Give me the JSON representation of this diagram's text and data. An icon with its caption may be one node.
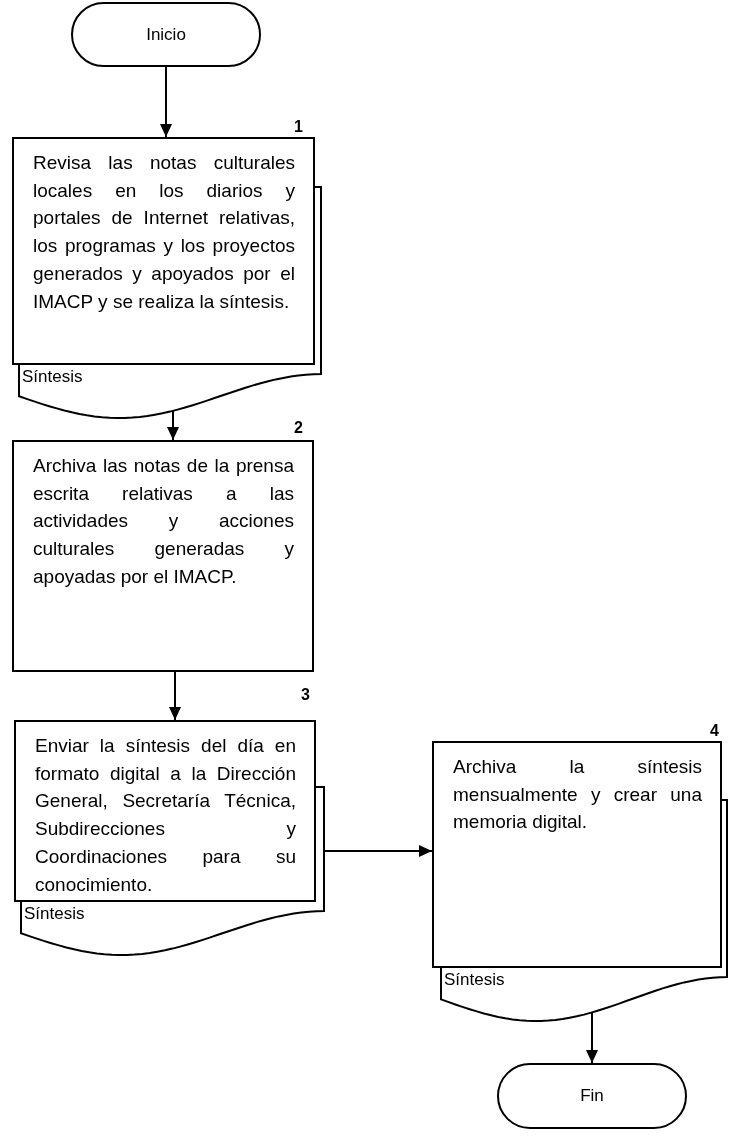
{
  "diagram": {
    "nodes": [
      {
        "text": [
          "Inicio"
        ]
      },
      {
        "text": [
          "Revisa las notas culturales locales en los diarios y portales de Internet relativas, los programas y los proyectos generados y apoyados por el IMACP y se realiza la síntesis."
        ],
        "beside": [
          "1"
        ]
      },
      {
        "text": [
          "Síntesis"
        ]
      },
      {
        "text": [
          "Archiva las notas de la prensa escrita relativas a las actividades y acciones culturales generadas y apoyadas por el IMACP."
        ],
        "beside": [
          "2"
        ]
      },
      {
        "text": [
          "Enviar la síntesis del día en formato digital a la Dirección General, Secretaría Técnica, Subdirecciones y Coordinaciones para su conocimiento."
        ],
        "beside": [
          "3"
        ]
      },
      {
        "text": [
          "Síntesis"
        ]
      },
      {
        "text": [
          "Archiva la síntesis mensualmente y crear una memoria digital."
        ],
        "beside": [
          "4"
        ]
      },
      {
        "text": [
          "Síntesis"
        ]
      },
      {
        "text": [
          "Fin"
        ]
      }
    ],
    "edges": [
      {
        "from": 0,
        "to": 1,
        "arrow": "to"
      },
      {
        "from": 2,
        "to": 3,
        "arrow": "to"
      },
      {
        "from": 3,
        "to": 4,
        "arrow": "to"
      },
      {
        "from": 4,
        "to": 6,
        "arrow": "to"
      },
      {
        "from": 7,
        "to": 8,
        "arrow": "to"
      }
    ]
  }
}
